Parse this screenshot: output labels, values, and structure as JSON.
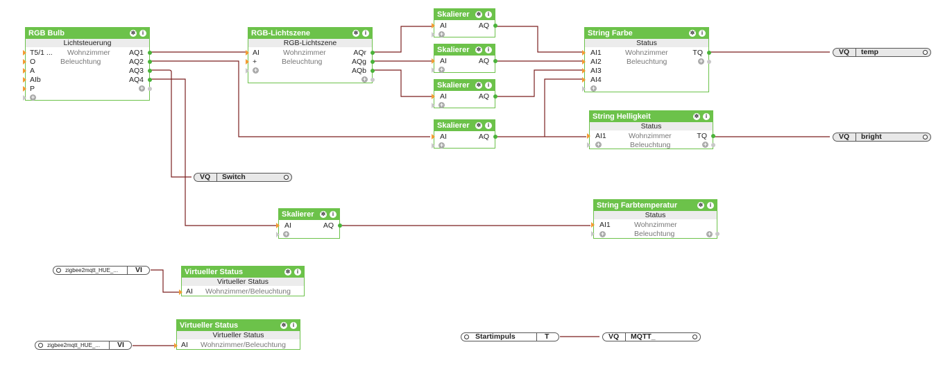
{
  "blocks": {
    "rgb_bulb": {
      "title": "RGB Bulb",
      "subtitle": "Lichtsteuerung",
      "inputs": [
        "T5/1 ...",
        "O",
        "A",
        "AIb",
        "P"
      ],
      "outputs": [
        "AQ1",
        "AQ2",
        "AQ3",
        "AQ4"
      ],
      "mid": [
        "Wohnzimmer",
        "Beleuchtung"
      ]
    },
    "rgb_szene": {
      "title": "RGB-Lichtszene",
      "subtitle": "RGB-Lichtszene",
      "inputs": [
        "AI",
        "+"
      ],
      "outputs": [
        "AQr",
        "AQg",
        "AQb"
      ],
      "mid": [
        "Wohnzimmer",
        "Beleuchtung"
      ]
    },
    "skal1": {
      "title": "Skalierer",
      "in": "AI",
      "out": "AQ"
    },
    "skal2": {
      "title": "Skalierer",
      "in": "AI",
      "out": "AQ"
    },
    "skal3": {
      "title": "Skalierer",
      "in": "AI",
      "out": "AQ"
    },
    "skal4": {
      "title": "Skalierer",
      "in": "AI",
      "out": "AQ"
    },
    "skal5": {
      "title": "Skalierer",
      "in": "AI",
      "out": "AQ"
    },
    "str_farbe": {
      "title": "String Farbe",
      "subtitle": "Status",
      "inputs": [
        "AI1",
        "AI2",
        "AI3",
        "AI4"
      ],
      "out": "TQ",
      "mid": [
        "Wohnzimmer",
        "Beleuchtung"
      ]
    },
    "str_hell": {
      "title": "String Helligkeit",
      "subtitle": "Status",
      "in": "AI1",
      "out": "TQ",
      "mid": [
        "Wohnzimmer",
        "Beleuchtung"
      ]
    },
    "str_temp": {
      "title": "String Farbtemperatur",
      "subtitle": "Status",
      "in": "AI1",
      "mid": [
        "Wohnzimmer",
        "Beleuchtung"
      ]
    },
    "virt1": {
      "title": "Virtueller Status",
      "subtitle": "Virtueller Status",
      "in": "AI",
      "mid": "Wohnzimmer/Beleuchtung"
    },
    "virt2": {
      "title": "Virtueller Status",
      "subtitle": "Virtueller Status",
      "in": "AI",
      "mid": "Wohnzimmer/Beleuchtung"
    }
  },
  "pills": {
    "vq_temp": {
      "type": "VQ",
      "name": "temp"
    },
    "vq_bright": {
      "type": "VQ",
      "name": "bright"
    },
    "vq_switch": {
      "type": "VQ",
      "name": "Switch"
    },
    "vq_mqtt": {
      "type": "VQ",
      "name": "MQTT_"
    },
    "vi1": {
      "name": "zigbee2mqtt_HUE_...",
      "type": "VI"
    },
    "vi2": {
      "name": "zigbee2mqtt_HUE_...",
      "type": "VI"
    },
    "start": {
      "name": "Startimpuls",
      "type": "T"
    }
  },
  "icons": {
    "gear": "gear-icon",
    "info": "info-icon",
    "plus": "plus-icon"
  },
  "colors": {
    "accent": "#6cc24a",
    "wire": "#7a1f1f",
    "input_pin": "#f39c34",
    "output_pin": "#4bb33a"
  }
}
